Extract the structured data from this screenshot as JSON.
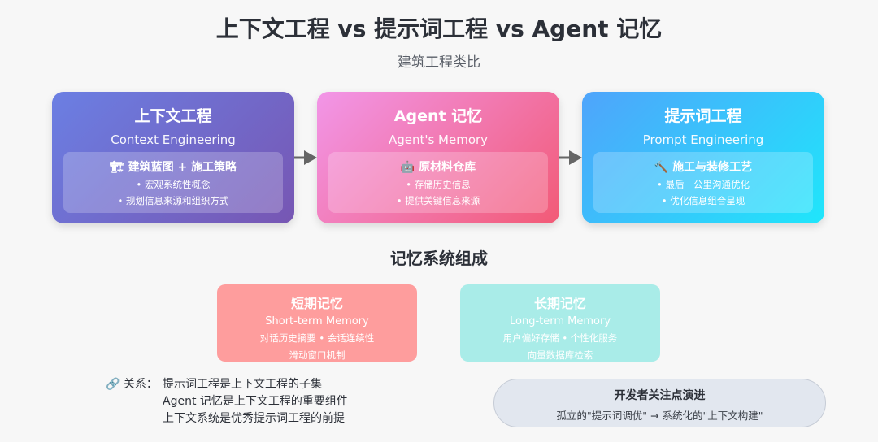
{
  "header": {
    "title": "上下文工程 vs 提示词工程 vs Agent 记忆",
    "subtitle": "建筑工程类比"
  },
  "cards": [
    {
      "title": "上下文工程",
      "subtitle": "Context Engineering",
      "icon": "construction-crane-icon",
      "heading_icon_glyph": "🏗",
      "heading": "建筑蓝图 + 施工策略",
      "lines": [
        "• 宏观系统性概念",
        "• 规划信息来源和组织方式"
      ]
    },
    {
      "title": "Agent 记忆",
      "subtitle": "Agent's Memory",
      "icon": "robot-icon",
      "heading_icon_glyph": "🤖",
      "heading": "原材料仓库",
      "lines": [
        "• 存储历史信息",
        "• 提供关键信息来源"
      ]
    },
    {
      "title": "提示词工程",
      "subtitle": "Prompt Engineering",
      "icon": "hammer-icon",
      "heading_icon_glyph": "🔨",
      "heading": "施工与装修工艺",
      "lines": [
        "• 最后一公里沟通优化",
        "• 优化信息组合呈现"
      ]
    }
  ],
  "memory_section": {
    "title": "记忆系统组成",
    "short_term": {
      "title": "短期记忆",
      "subtitle": "Short-term Memory",
      "lines": [
        "对话历史摘要 • 会话连续性",
        "滑动窗口机制"
      ]
    },
    "long_term": {
      "title": "长期记忆",
      "subtitle": "Long-term Memory",
      "lines": [
        "用户偏好存储 • 个性化服务",
        "向量数据库检索"
      ]
    }
  },
  "relation": {
    "icon": "link-icon",
    "icon_glyph": "🔗",
    "label": "关系：",
    "lines": [
      "提示词工程是上下文工程的子集",
      "Agent 记忆是上下文工程的重要组件",
      "上下文系统是优秀提示词工程的前提"
    ]
  },
  "developer_focus": {
    "title": "开发者关注点演进",
    "text": "孤立的\"提示词调优\" → 系统化的\"上下文构建\""
  },
  "colors": {
    "arrow": "#666666",
    "short_term": "#fe9d9d",
    "long_term": "#a9ece8"
  }
}
